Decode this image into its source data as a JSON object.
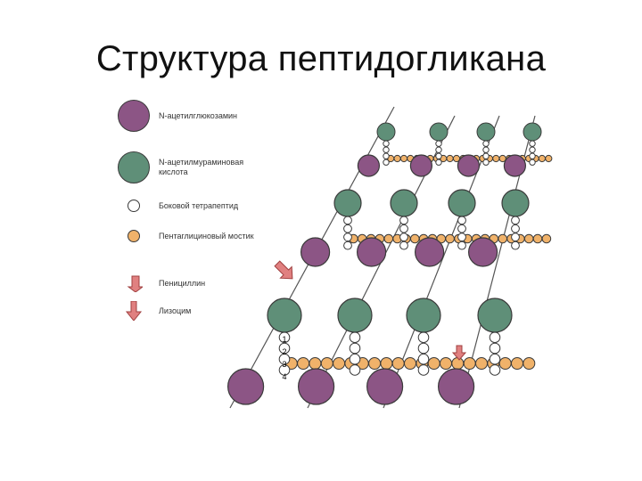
{
  "title": "Структура пептидогликана",
  "legend": [
    {
      "key": "nag",
      "label": "N-ацетилглюкозамин",
      "symbol": "purple-circle",
      "color": "#8c5585"
    },
    {
      "key": "nam",
      "label": "N-ацетилмураминовая\nкислота",
      "symbol": "green-circle",
      "color": "#5f8f78"
    },
    {
      "key": "tetrapeptide",
      "label": "Боковой тетрапептид",
      "symbol": "white-small-circle",
      "color": "#ffffff"
    },
    {
      "key": "pentaglycine",
      "label": "Пентаглициновый мостик",
      "symbol": "orange-small-circle",
      "color": "#f0b26a"
    },
    {
      "key": "penicillin",
      "label": "Пенициллин",
      "symbol": "arrow-down-right",
      "color": "#e08080"
    },
    {
      "key": "lysozyme",
      "label": "Лизоцим",
      "symbol": "arrow-down",
      "color": "#e08080"
    }
  ],
  "tetrapeptide_numbers": [
    "1",
    "2",
    "3",
    "4"
  ],
  "colors": {
    "nag": "#8c5585",
    "nam": "#5f8f78",
    "glycine": "#f0b26a",
    "tetrapeptide": "#ffffff",
    "arrow": "#e08080",
    "outline": "#3a3a3a"
  }
}
